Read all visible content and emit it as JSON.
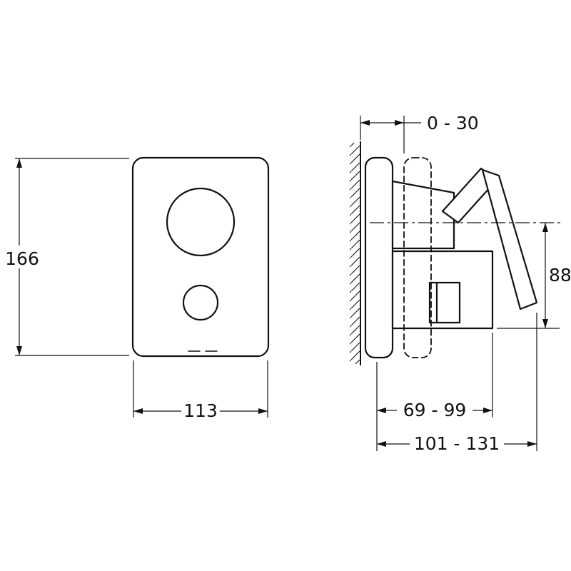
{
  "page": {
    "background": "#ffffff",
    "line_color": "#111111"
  },
  "drawing": {
    "front_view": {
      "height_label": "166",
      "width_label": "113"
    },
    "side_view": {
      "wall_offset_label": "0 - 30",
      "height_below_axis_label": "88",
      "depth_body_label": "69 - 99",
      "depth_overall_label": "101 - 131"
    }
  }
}
